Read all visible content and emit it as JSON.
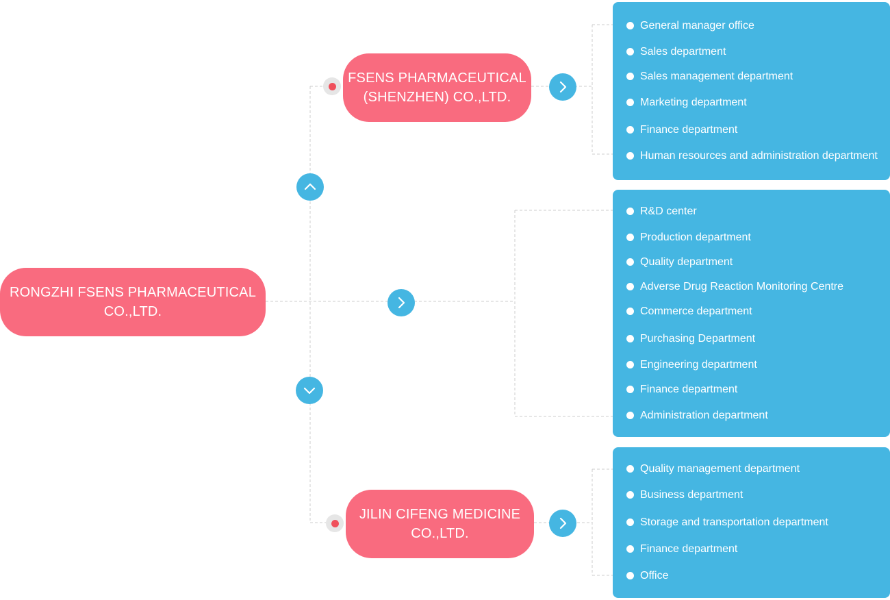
{
  "root": {
    "line1": "RONGZHI FSENS PHARMACEUTICAL",
    "line2": "CO.,LTD."
  },
  "branches": [
    {
      "line1": "FSENS PHARMACEUTICAL",
      "line2": "(SHENZHEN) CO.,LTD.",
      "departments": [
        "General manager office",
        "Sales department",
        "Sales management department",
        "Marketing department",
        "Finance department",
        "Human resources and administration department"
      ]
    },
    {
      "line1": "",
      "line2": "",
      "departments": [
        "R&D center",
        "Production department",
        "Quality department",
        "Adverse Drug Reaction Monitoring Centre",
        "Commerce department",
        "Purchasing Department",
        "Engineering department",
        "Finance department",
        "Administration department"
      ]
    },
    {
      "line1": "JILIN CIFENG MEDICINE",
      "line2": "CO.,LTD.",
      "departments": [
        "Quality management department",
        "Business department",
        "Storage and transportation department",
        "Finance department",
        "Office"
      ]
    }
  ],
  "icons": {
    "up": "chevron-up-icon",
    "down": "chevron-down-icon",
    "right": "chevron-right-icon",
    "dot": "red-dot-icon"
  },
  "colors": {
    "node": "#f96b7f",
    "accent": "#45b6e2",
    "dot": "#f0505c",
    "connector": "#cccccc"
  }
}
